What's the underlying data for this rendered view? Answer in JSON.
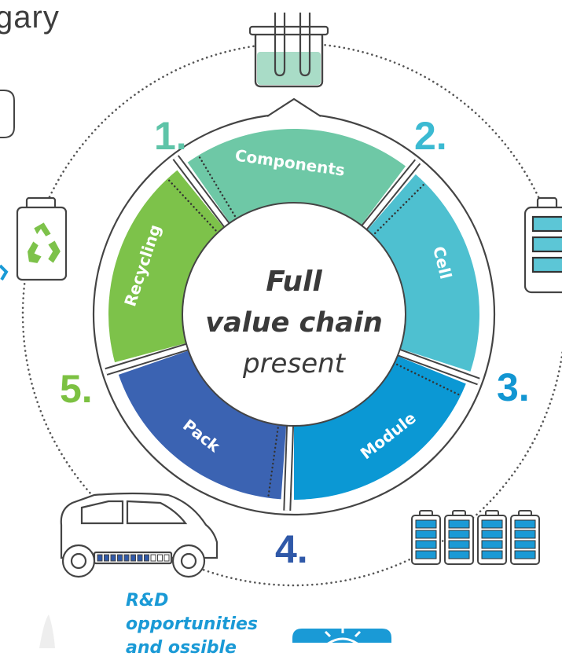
{
  "header": {
    "title_fragment": "gary"
  },
  "center": {
    "line1": "Full",
    "line2": "value chain",
    "line3": "present"
  },
  "segments": [
    {
      "number": "1.",
      "label": "Components",
      "color": "#6ec8a6",
      "number_color": "#5ec4a8"
    },
    {
      "number": "2.",
      "label": "Cell",
      "color": "#4ec0d0",
      "number_color": "#3bbad2"
    },
    {
      "number": "3.",
      "label": "Module",
      "color": "#0b98d4",
      "number_color": "#1296d2"
    },
    {
      "number": "4.",
      "label": "Pack",
      "color": "#3b63b2",
      "number_color": "#2f58a8"
    },
    {
      "number": "5.",
      "label": "Recycling",
      "color": "#7dc24a",
      "number_color": "#7cc142"
    }
  ],
  "footer": {
    "rd_line1": "R&D",
    "rd_line2": "opportunities",
    "rd_line3": "and ossible"
  },
  "icons": [
    "beaker-icon",
    "battery-icon",
    "recycle-battery-icon",
    "battery-pack-icon",
    "electric-car-icon",
    "lightbulb-icon"
  ]
}
